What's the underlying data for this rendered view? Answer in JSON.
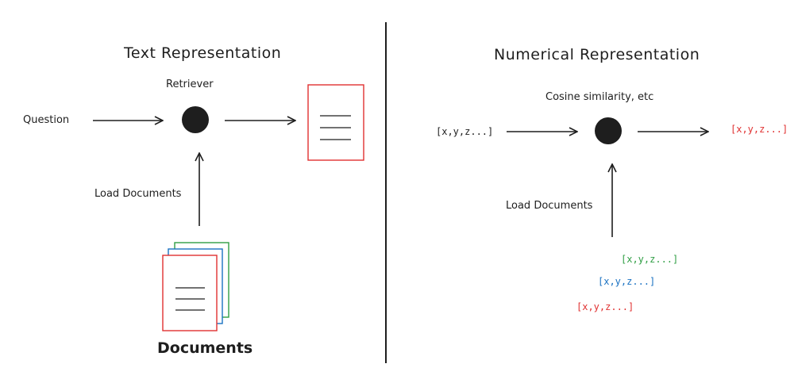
{
  "left": {
    "title": "Text Representation",
    "retriever_label": "Retriever",
    "question_label": "Question",
    "load_label": "Load Documents",
    "documents_label": "Documents"
  },
  "right": {
    "title": "Numerical Representation",
    "similarity_label": "Cosine similarity, etc",
    "input_vector": "[x,y,z...]",
    "output_vector": "[x,y,z...]",
    "load_label": "Load Documents",
    "doc_vectors": [
      "[x,y,z...]",
      "[x,y,z...]",
      "[x,y,z...]"
    ]
  },
  "colors": {
    "ink": "#1e1e1e",
    "red": "#e03131",
    "green": "#2f9e44",
    "blue": "#1971c2"
  }
}
